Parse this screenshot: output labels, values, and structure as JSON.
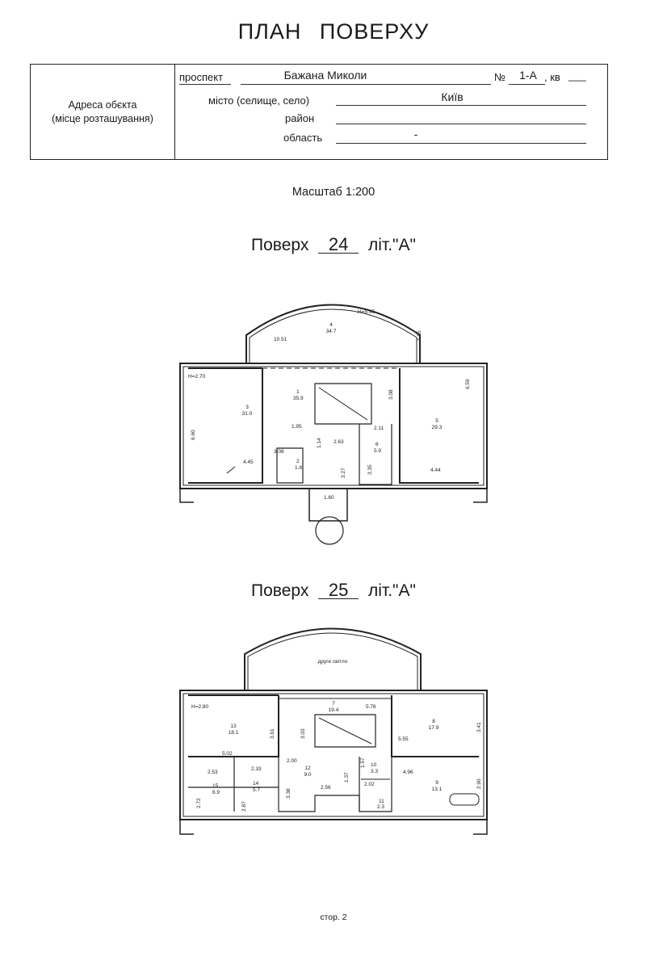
{
  "title": "ПЛАН ПОВЕРХУ",
  "address": {
    "label_line1": "Адреса обєкта",
    "label_line2": "(місце розташування)",
    "street_type": "проспект",
    "street_name": "Бажана Миколи",
    "number_label": "№",
    "number_value": "1-А",
    "apt_label": ", кв",
    "apt_value": "___",
    "city_label": "місто (селище, село)",
    "city_value": "Київ",
    "district_label": "район",
    "district_value": "",
    "region_label": "область",
    "region_value": "-"
  },
  "scale": "Масштаб 1:200",
  "floors": [
    {
      "prefix": "Поверх",
      "number": "24",
      "suffix": "літ.\"А\"",
      "labels": {
        "h_top": "H=5.95",
        "h_left": "H=2.70",
        "r4_num": "4",
        "r4_area": "34.7",
        "d_10_51": "10.51",
        "d_1_85": "1.85",
        "r3_num": "3",
        "r3_area": "31.0",
        "d_6_60": "6.60",
        "d_4_45": "4.45",
        "d_3_08a": "3.08",
        "r2_num": "2",
        "r2_area": "1.8",
        "r1_num": "1",
        "r1_area": "35.9",
        "d_1_95": "1.95",
        "d_1_14": "1.14",
        "d_2_63": "2.63",
        "d_3_27": "3.27",
        "d_1_60": "1.60",
        "d_3_08b": "3.08",
        "r6_num": "6",
        "r6_area": "5.9",
        "d_2_11": "2.11",
        "d_3_35": "3.35",
        "r5_num": "5",
        "r5_area": "29.3",
        "d_6_59": "6.59",
        "d_4_44": "4.44"
      }
    },
    {
      "prefix": "Поверх",
      "number": "25",
      "suffix": "літ.\"А\"",
      "labels": {
        "second_light": "друге світло",
        "h_left": "H=2.80",
        "r13_num": "13",
        "r13_area": "18.1",
        "d_3_61": "3.61",
        "d_5_02": "5.02",
        "r7_num": "7",
        "r7_area": "19.4",
        "d_5_76": "5.76",
        "d_3_03": "3.03",
        "r8_num": "8",
        "r8_area": "17.9",
        "d_3_41": "3.41",
        "d_5_55": "5.55",
        "d_2_53": "2.53",
        "d_2_33": "2.33",
        "d_2_72": "2.72",
        "d_2_87": "2.87",
        "r15_num": "15",
        "r15_area": "6.9",
        "r14_num": "14",
        "r14_area": "5.7",
        "d_2_00": "2.00",
        "r12_num": "12",
        "r12_area": "9.0",
        "d_3_38": "3.38",
        "d_2_56": "2.56",
        "d_1_37": "1.37",
        "d_1_57": "1.57",
        "r10_num": "10",
        "r10_area": "3.3",
        "d_2_02": "2.02",
        "r11_num": "11",
        "r11_area": "2.3",
        "d_4_96": "4.96",
        "r9_num": "9",
        "r9_area": "13.1",
        "d_2_90": "2.90"
      }
    }
  ],
  "footer": "стор. 2"
}
